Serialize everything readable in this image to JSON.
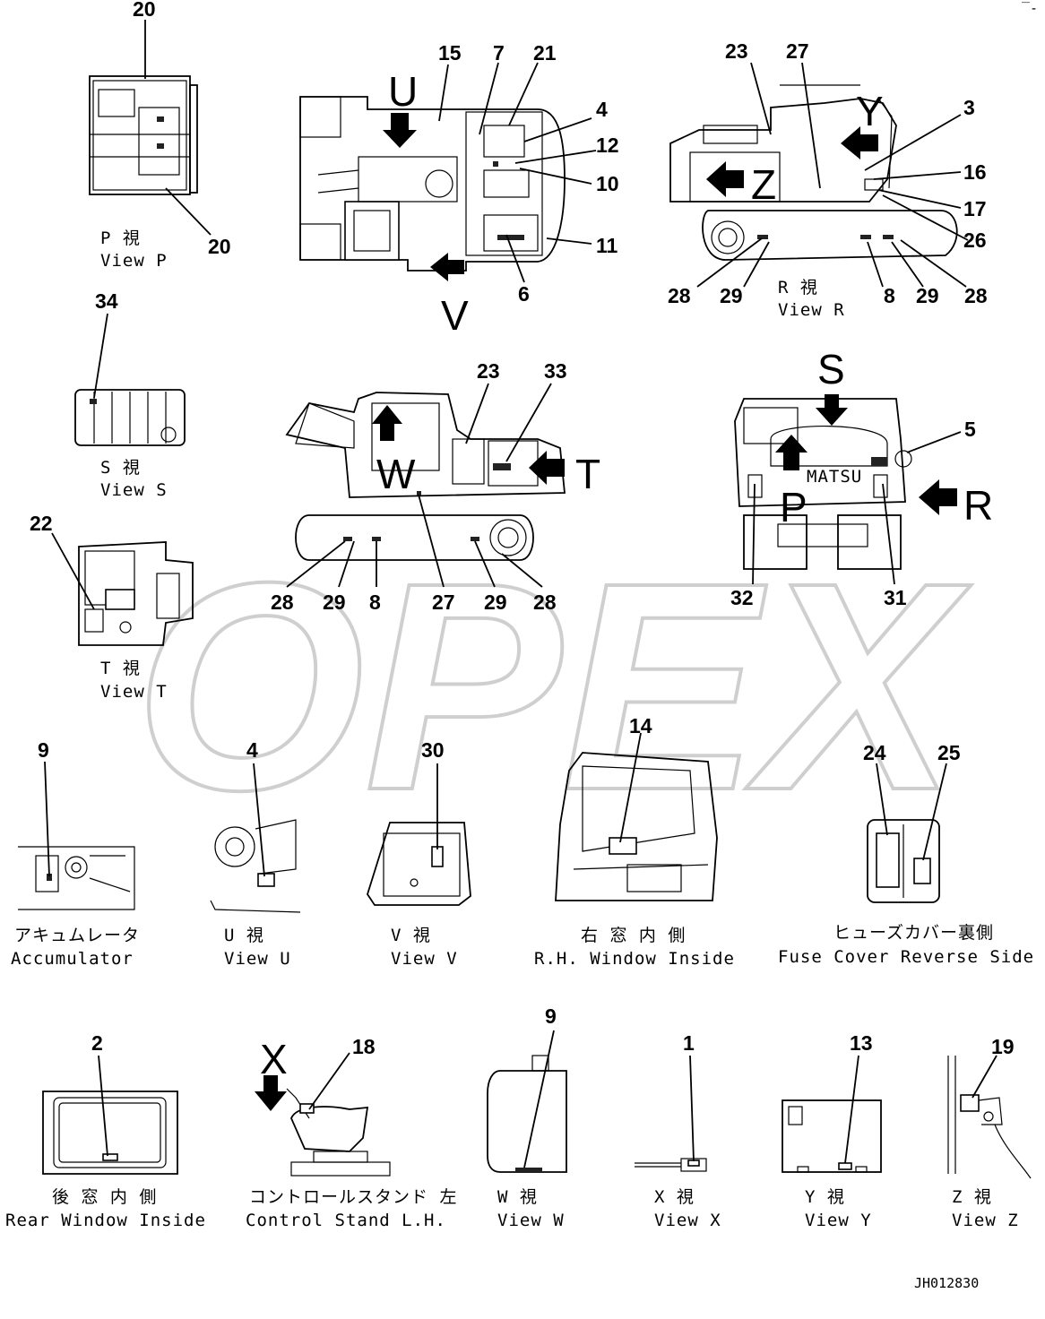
{
  "watermark": "OPEX",
  "drawing_code": "JH012830",
  "corner_mark": "‾‐",
  "arrow_letters": [
    "U",
    "V",
    "Y",
    "Z",
    "S",
    "T",
    "W",
    "P",
    "R",
    "X"
  ],
  "callouts": {
    "top_left": [
      "20",
      "20"
    ],
    "top_center": [
      "15",
      "7",
      "21",
      "4",
      "12",
      "10",
      "11",
      "6"
    ],
    "top_right": [
      "23",
      "27",
      "3",
      "16",
      "17",
      "26",
      "28",
      "29",
      "8",
      "29",
      "28"
    ],
    "side_left": [
      "34",
      "22"
    ],
    "middle_center": [
      "23",
      "33",
      "28",
      "29",
      "8",
      "27",
      "29",
      "28"
    ],
    "middle_right": [
      "5",
      "32",
      "31"
    ],
    "row3": [
      "9",
      "4",
      "30",
      "14",
      "24",
      "25"
    ],
    "row4": [
      "2",
      "18",
      "9",
      "1",
      "13",
      "19"
    ]
  },
  "captions": {
    "view_p": {
      "jp": "P 視",
      "en": "View P"
    },
    "view_r": {
      "jp": "R 視",
      "en": "View R"
    },
    "view_s": {
      "jp": "S 視",
      "en": "View S"
    },
    "view_t": {
      "jp": "T 視",
      "en": "View T"
    },
    "accumulator": {
      "jp": "アキュムレータ",
      "en": "Accumulator"
    },
    "view_u": {
      "jp": "U 視",
      "en": "View U"
    },
    "view_v": {
      "jp": "V 視",
      "en": "View V"
    },
    "rh_window": {
      "jp": "右 窓 内 側",
      "en": "R.H. Window Inside"
    },
    "fuse_cover": {
      "jp": "ヒューズカバー裏側",
      "en": "Fuse Cover Reverse Side"
    },
    "rear_window": {
      "jp": "後 窓 内 側",
      "en": "Rear Window Inside"
    },
    "control_stand": {
      "jp": "コントロールスタンド 左",
      "en": "Control Stand L.H."
    },
    "view_w": {
      "jp": "W 視",
      "en": "View W"
    },
    "view_x": {
      "jp": "X 視",
      "en": "View X"
    },
    "view_y": {
      "jp": "Y 視",
      "en": "View Y"
    },
    "view_z": {
      "jp": "Z 視",
      "en": "View Z"
    }
  },
  "brand_fragment": "MATSU"
}
